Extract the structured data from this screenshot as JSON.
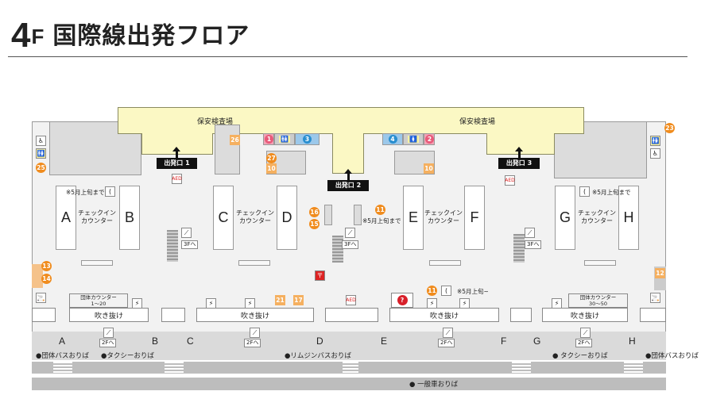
{
  "header": {
    "floor_number": "4",
    "floor_letter": "F",
    "title": "国際線出発フロア"
  },
  "areas": {
    "security_left": "保安検査場",
    "security_right": "保安検査場"
  },
  "exits": [
    "出発口 1",
    "出発口 2",
    "出発口 3"
  ],
  "counters": {
    "letters": [
      "A",
      "B",
      "C",
      "D",
      "E",
      "F",
      "G",
      "H"
    ],
    "label_line1": "チェックイン",
    "label_line2": "カウンター"
  },
  "notes": {
    "until_may_early": "※5月上旬まで",
    "from_may_early": "※5月上旬~"
  },
  "escalators": {
    "to_3f": "3Fへ",
    "to_2f": "2Fへ"
  },
  "voids": {
    "label": "吹き抜け"
  },
  "group_counters": [
    {
      "title": "団体カウンター",
      "range": "1～20"
    },
    {
      "title": "団体カウンター",
      "range": "30～50"
    }
  ],
  "markers": {
    "restroom_pink_left": "1",
    "restroom_blue_left": "3",
    "restroom_blue_right": "4",
    "restroom_pink_right": "2",
    "shop_26": "26",
    "shop_27": "27",
    "shop_10a": "10",
    "shop_10b": "10",
    "shop_25": "25",
    "shop_23": "23",
    "shop_16": "16",
    "shop_15": "15",
    "shop_11a": "11",
    "shop_13": "13",
    "shop_14": "14",
    "shop_12": "12",
    "shop_21": "21",
    "shop_17": "17",
    "shop_11b": "11"
  },
  "icons": {
    "aed": "AED",
    "info": "?",
    "phone": "(",
    "post": "〒"
  },
  "gates": [
    "A",
    "B",
    "C",
    "D",
    "E",
    "F",
    "G",
    "H"
  ],
  "curbside": {
    "group_bus_left": "●団体バスおりば",
    "taxi_left": "●タクシーおりば",
    "limousine": "●リムジンバスおりば",
    "taxi_right": "● タクシーおりば",
    "group_bus_right": "●団体バスおりば",
    "private_car": "● 一般車おりば"
  },
  "colors": {
    "orange": "#f08c1e",
    "pink": "#e85a7a",
    "blue": "#2a8fd0",
    "security": "#fbf8c4"
  }
}
